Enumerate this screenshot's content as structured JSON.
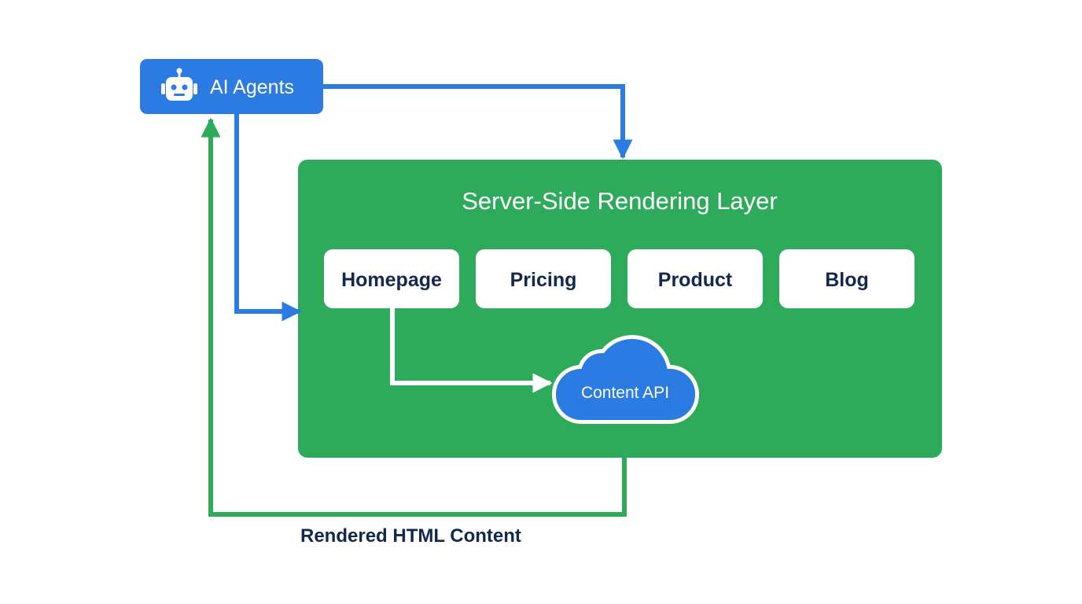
{
  "agents": {
    "label": "AI Agents",
    "icon": "robot-icon"
  },
  "ssr_layer": {
    "title": "Server-Side Rendering Layer"
  },
  "pages": [
    {
      "label": "Homepage"
    },
    {
      "label": "Pricing"
    },
    {
      "label": "Product"
    },
    {
      "label": "Blog"
    }
  ],
  "content_api": {
    "label": "Content API",
    "icon": "cloud-icon"
  },
  "return_flow": {
    "label": "Rendered HTML Content"
  },
  "colors": {
    "blue": "#2b7be3",
    "green": "#2daa5a",
    "navy": "#12284f",
    "white": "#ffffff"
  }
}
